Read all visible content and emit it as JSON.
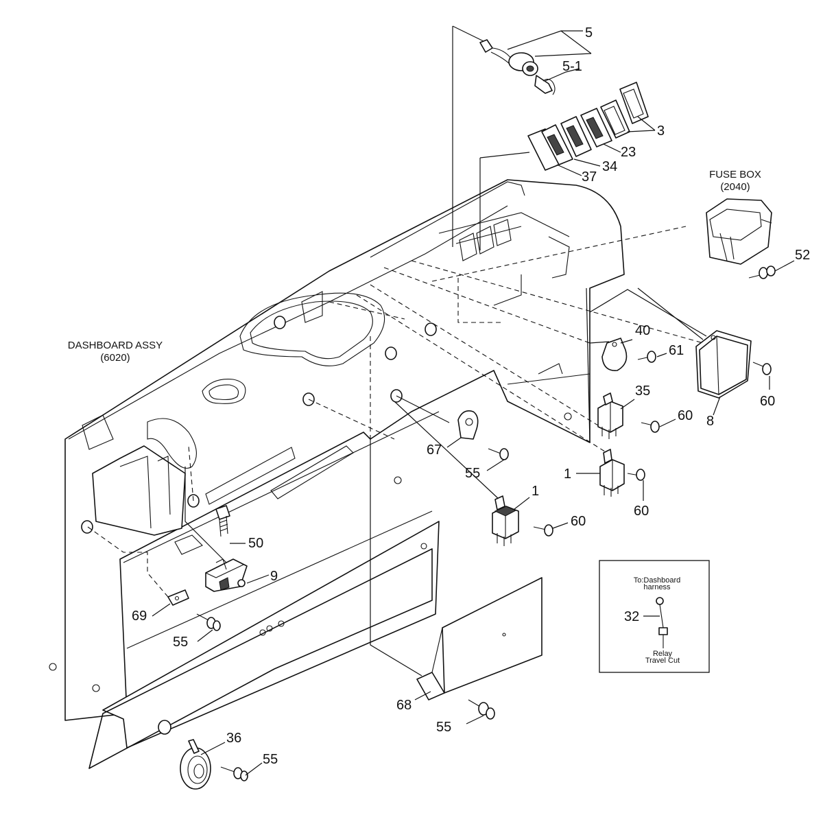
{
  "captions": {
    "dashboard_line1": "DASHBOARD ASSY",
    "dashboard_line2": "(6020)",
    "fusebox_line1": "FUSE BOX",
    "fusebox_line2": "(2040)"
  },
  "callouts": {
    "c5": "5",
    "c5_1": "5-1",
    "c3": "3",
    "c23": "23",
    "c34": "34",
    "c37": "37",
    "c52": "52",
    "c40": "40",
    "c61": "61",
    "c60_fuse": "60",
    "c8": "8",
    "c35": "35",
    "c60_35": "60",
    "c67": "67",
    "c55_67": "55",
    "c1_right": "1",
    "c60_1r": "60",
    "c1_left": "1",
    "c60_1l": "60",
    "c50": "50",
    "c9": "9",
    "c69": "69",
    "c55_69": "55",
    "c68": "68",
    "c55_68": "55",
    "c36": "36",
    "c55_36": "55",
    "c32": "32"
  },
  "inset": {
    "top_line1": "To:Dashboard",
    "top_line2": "harness",
    "bottom_line1": "Relay",
    "bottom_line2": "Travel Cut"
  }
}
